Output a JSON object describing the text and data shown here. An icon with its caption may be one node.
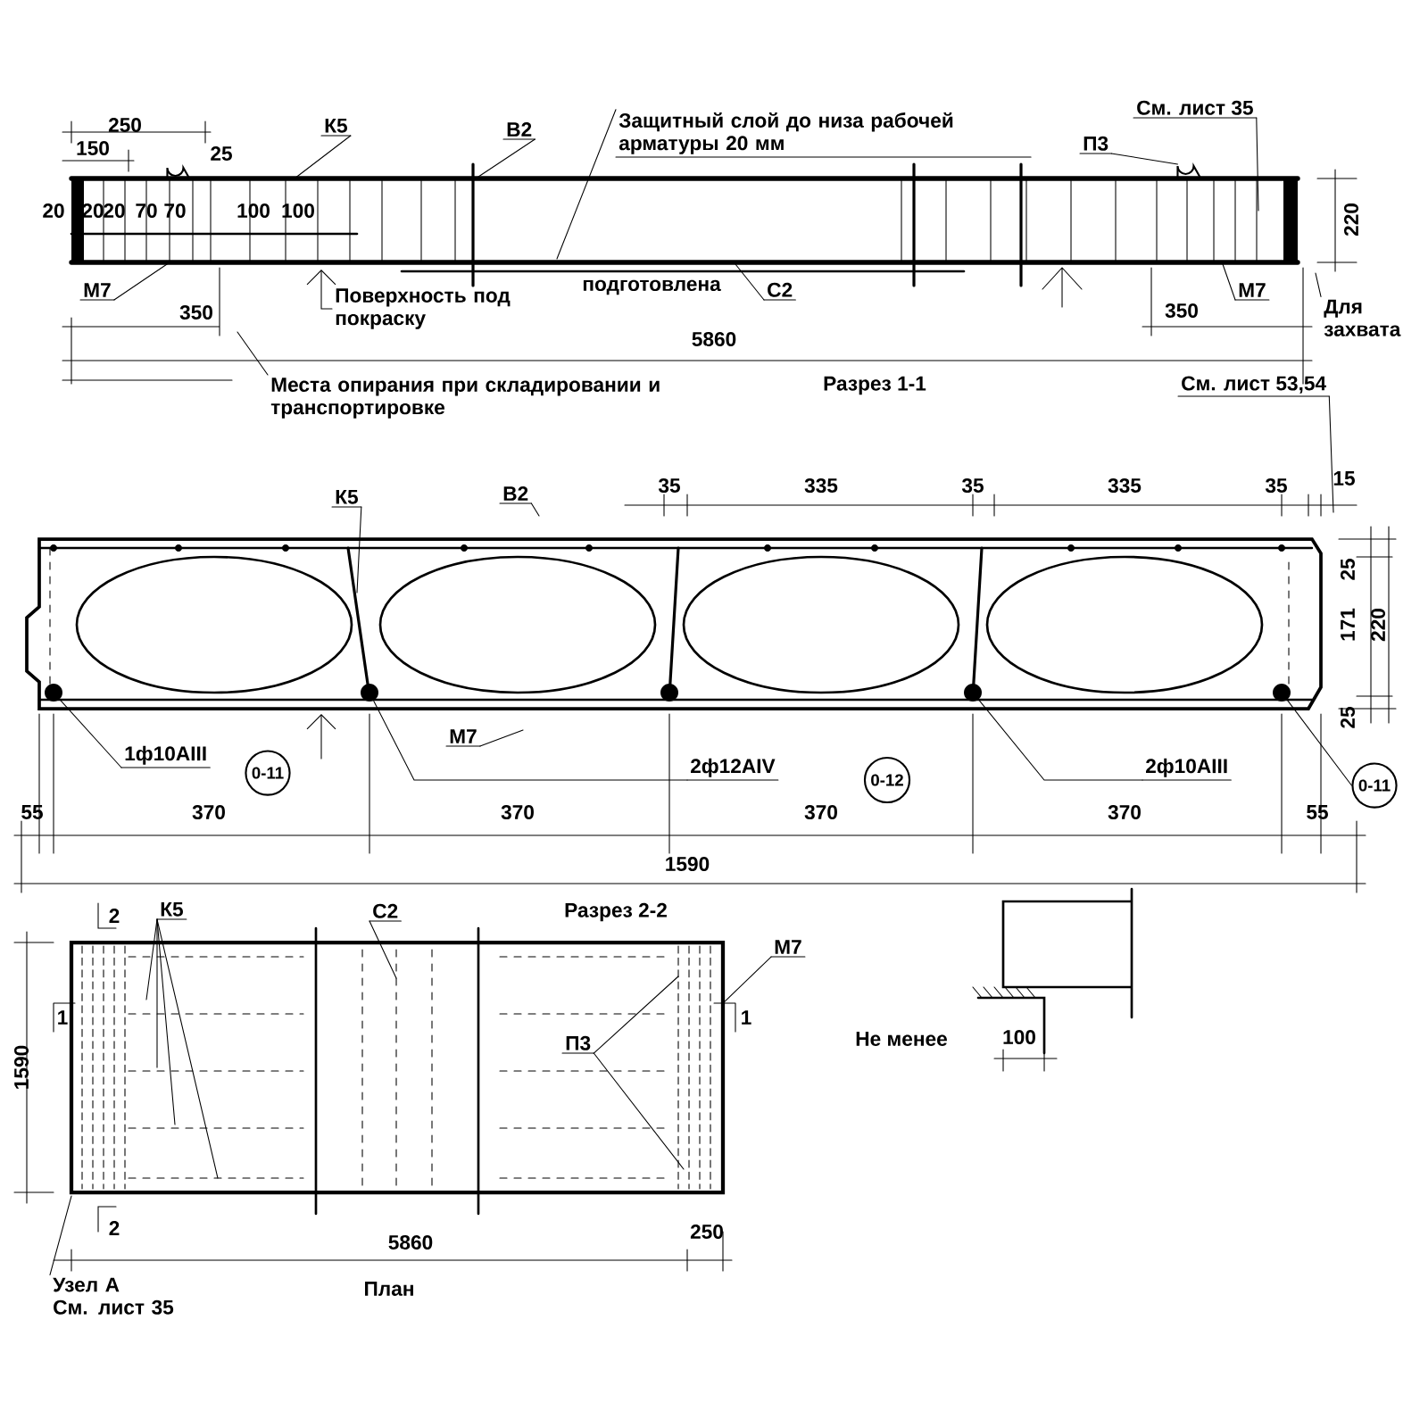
{
  "diagram": {
    "nodes": [
      {
        "text": [
          "К5"
        ]
      },
      {
        "text": [
          "В2"
        ]
      },
      {
        "text": [
          "Защитный слой до низа рабочей арматуры 20 мм"
        ]
      },
      {
        "text": [
          "П3"
        ]
      },
      {
        "text": [
          "См. лист 35"
        ]
      },
      {
        "text": [
          "М7"
        ]
      },
      {
        "text": [
          "Поверхность под покраску"
        ]
      },
      {
        "text": [
          "С2"
        ]
      },
      {
        "text": [
          "М7"
        ]
      },
      {
        "text": [
          "Для захвата"
        ]
      },
      {
        "text": [
          "Места опирания при складировании и транспортировке"
        ]
      },
      {
        "text": [
          "См. лист 53,54"
        ]
      },
      {
        "text": [
          "К5"
        ]
      },
      {
        "text": [
          "В2"
        ]
      },
      {
        "text": [
          "1ф10АIII"
        ]
      },
      {
        "text": [
          "0-11"
        ]
      },
      {
        "text": [
          "М7"
        ]
      },
      {
        "text": [
          "2ф12АIV"
        ]
      },
      {
        "text": [
          "0-12"
        ]
      },
      {
        "text": [
          "2ф10АIII"
        ]
      },
      {
        "text": [
          "0-11"
        ]
      },
      {
        "text": [
          "К5"
        ]
      },
      {
        "text": [
          "С2"
        ]
      },
      {
        "text": [
          "П3"
        ]
      },
      {
        "text": [
          "М7"
        ]
      },
      {
        "text": [
          "Узел А",
          "См. лист 35"
        ]
      },
      {
        "text": [],
        "shape": "circle"
      },
      {
        "text": [],
        "shape": "circle"
      },
      {
        "text": [],
        "shape": "circle"
      },
      {
        "text": [],
        "shape": "circle"
      },
      {
        "text": [],
        "shape": "circle"
      },
      {
        "text": [],
        "shape": "loop"
      },
      {
        "text": [],
        "shape": "loop"
      }
    ],
    "edges": [
      {
        "from": 0,
        "to": null,
        "arrow": "none"
      },
      {
        "from": 1,
        "to": null,
        "arrow": "none"
      },
      {
        "from": 2,
        "to": null,
        "arrow": "none"
      },
      {
        "from": 3,
        "to": 32,
        "arrow": "none"
      },
      {
        "from": 4,
        "to": null,
        "arrow": "none"
      },
      {
        "from": 5,
        "to": null,
        "arrow": "none"
      },
      {
        "from": 6,
        "to": null,
        "arrow": "to"
      },
      {
        "from": 7,
        "to": null,
        "arrow": "none"
      },
      {
        "from": 8,
        "to": null,
        "arrow": "none"
      },
      {
        "from": 9,
        "to": null,
        "arrow": "none"
      },
      {
        "from": 10,
        "to": null,
        "arrow": "none"
      },
      {
        "from": 11,
        "to": null,
        "arrow": "none"
      },
      {
        "from": 12,
        "to": null,
        "arrow": "none"
      },
      {
        "from": 13,
        "to": null,
        "arrow": "none"
      },
      {
        "from": 14,
        "to": 26,
        "arrow": "none"
      },
      {
        "from": 16,
        "to": null,
        "arrow": "none"
      },
      {
        "from": 17,
        "to": 27,
        "arrow": "none"
      },
      {
        "from": 19,
        "to": 29,
        "arrow": "none"
      },
      {
        "from": 20,
        "to": 30,
        "arrow": "none"
      },
      {
        "from": 21,
        "to": null,
        "arrow": "none"
      },
      {
        "from": 21,
        "to": null,
        "arrow": "none"
      },
      {
        "from": 21,
        "to": null,
        "arrow": "none"
      },
      {
        "from": 21,
        "to": null,
        "arrow": "none"
      },
      {
        "from": 22,
        "to": null,
        "arrow": "none"
      },
      {
        "from": 23,
        "to": null,
        "arrow": "none"
      },
      {
        "from": 23,
        "to": null,
        "arrow": "none"
      },
      {
        "from": 24,
        "to": null,
        "arrow": "none"
      },
      {
        "from": 25,
        "to": null,
        "arrow": "none"
      }
    ],
    "labels": [
      "250",
      "150",
      "25",
      "20",
      "20",
      "20",
      "70",
      "70",
      "100",
      "100",
      "220",
      "350",
      "подготовлена",
      "350",
      "5860",
      "Разрез 1-1",
      "35",
      "335",
      "35",
      "335",
      "35",
      "15",
      "25",
      "171",
      "220",
      "25",
      "55",
      "370",
      "370",
      "370",
      "370",
      "55",
      "1590",
      "2",
      "Разрез 2-2",
      "1",
      "1",
      "1590",
      "2",
      "5860",
      "250",
      "План",
      "Не менее",
      "100"
    ]
  }
}
